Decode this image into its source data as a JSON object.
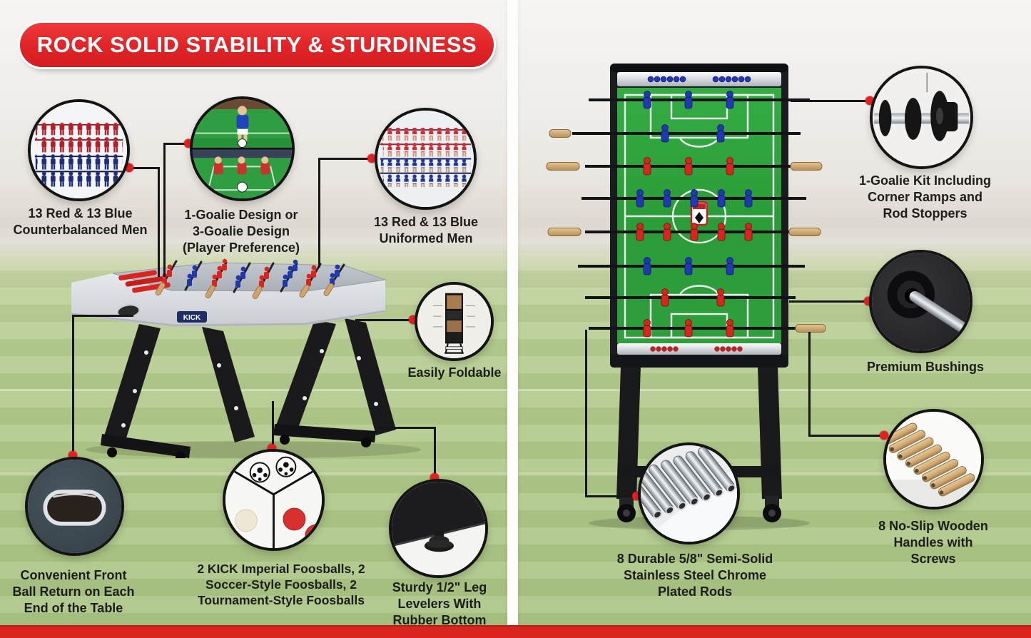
{
  "banner": {
    "title": "ROCK SOLID STABILITY & STURDINESS"
  },
  "brand": "KICK",
  "colors": {
    "banner_red": "#e02326",
    "accent_dot_red": "#ea1f1f",
    "connector_black": "#161616",
    "grass_green": "#b2ca8c",
    "bottom_bar_red": "#da251d",
    "table_gray": "#dcdfe3",
    "field_green": "#2ea13b"
  },
  "left_panel": {
    "callouts": [
      {
        "id": "counterbalanced-men",
        "label": "13 Red & 13 Blue\nCounterbalanced Men"
      },
      {
        "id": "goalie-design",
        "label": "1-Goalie Design or\n3-Goalie Design\n(Player Preference)"
      },
      {
        "id": "uniformed-men",
        "label": "13 Red & 13 Blue\nUniformed Men"
      },
      {
        "id": "easily-foldable",
        "label": "Easily Foldable"
      },
      {
        "id": "ball-return",
        "label": "Convenient Front\nBall Return on Each\nEnd of the Table"
      },
      {
        "id": "foosballs",
        "label": "2 KICK Imperial Foosballs, 2\nSoccer-Style Foosballs, 2\nTournament-Style Foosballs"
      },
      {
        "id": "leg-levelers",
        "label": "Sturdy 1/2\" Leg\nLevelers With\nRubber Bottom"
      }
    ]
  },
  "right_panel": {
    "callouts": [
      {
        "id": "goalie-kit",
        "label": "1-Goalie Kit Including\nCorner Ramps and\nRod Stoppers"
      },
      {
        "id": "premium-bushings",
        "label": "Premium Bushings"
      },
      {
        "id": "wooden-handles",
        "label": "8 No-Slip Wooden\nHandles with\nScrews"
      },
      {
        "id": "chrome-rods",
        "label": "8 Durable 5/8\" Semi-Solid\nStainless Steel Chrome\nPlated Rods"
      }
    ]
  }
}
